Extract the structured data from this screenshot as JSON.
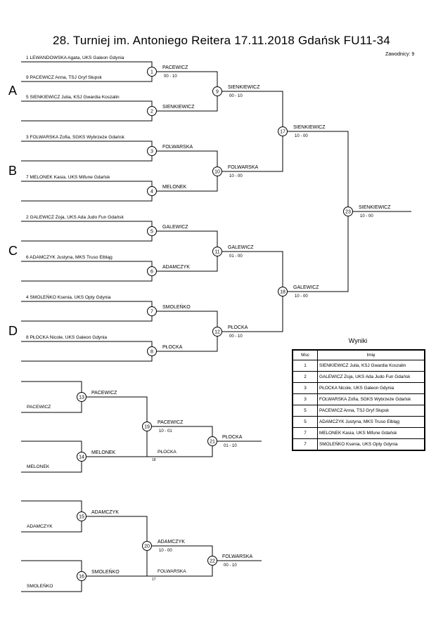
{
  "header": {
    "title": "28. Turniej im. Antoniego Reitera 17.11.2018 Gdańsk FU11-34",
    "count_label": "Zawodnicy: 9"
  },
  "pools": [
    "A",
    "B",
    "C",
    "D"
  ],
  "entries": [
    "1 LEWANDOWSKA Agata, UKS Galeon Gdynia",
    "9 PACEWICZ Anna, TSJ Gryf Słupsk",
    "5 SIENKIEWICZ Julia, KSJ Gwardia Koszalin",
    "3 FOLWARSKA Zofia, SGKS Wybrzeże Gdańsk",
    "7 MELONEK Kasia, UKS Mifune Gdańsk",
    "2 GALEWICZ Zoja, UKS Ada Judo Fun Gdańsk",
    "6 ADAMCZYK Justyna, MKS Truso Elbląg",
    "4 SMOLEŃKO Ksenia, UKS Opty Gdynia",
    "8 PŁOCKA Nicole, UKS Galeon Gdynia"
  ],
  "matches": [
    {
      "num": "1",
      "winner": "PACEWICZ",
      "score": "00 - 10"
    },
    {
      "num": "2",
      "winner": "SIENKIEWICZ",
      "score": ""
    },
    {
      "num": "3",
      "winner": "FOLWARSKA",
      "score": ""
    },
    {
      "num": "4",
      "winner": "MELONEK",
      "score": ""
    },
    {
      "num": "5",
      "winner": "GALEWICZ",
      "score": ""
    },
    {
      "num": "6",
      "winner": "ADAMCZYK",
      "score": ""
    },
    {
      "num": "7",
      "winner": "SMOLEŃKO",
      "score": ""
    },
    {
      "num": "8",
      "winner": "PŁOCKA",
      "score": ""
    },
    {
      "num": "9",
      "winner": "SIENKIEWICZ",
      "score": "00 - 10"
    },
    {
      "num": "10",
      "winner": "FOLWARSKA",
      "score": "10 - 00"
    },
    {
      "num": "11",
      "winner": "GALEWICZ",
      "score": "01 - 00"
    },
    {
      "num": "12",
      "winner": "PŁOCKA",
      "score": "00 - 10"
    },
    {
      "num": "17",
      "winner": "SIENKIEWICZ",
      "score": "10 - 00"
    },
    {
      "num": "18",
      "winner": "GALEWICZ",
      "score": "10 - 00"
    },
    {
      "num": "23",
      "winner": "SIENKIEWICZ",
      "score": "10 - 00"
    },
    {
      "num": "13",
      "winner": "PACEWICZ",
      "score": ""
    },
    {
      "num": "14",
      "winner": "MELONEK",
      "score": ""
    },
    {
      "num": "19",
      "winner": "PACEWICZ",
      "score": "10 - 01"
    },
    {
      "num": "21",
      "winner": "PŁOCKA",
      "score": "01 - 10"
    },
    {
      "num": "15",
      "winner": "ADAMCZYK",
      "score": ""
    },
    {
      "num": "16",
      "winner": "SMOLEŃKO",
      "score": ""
    },
    {
      "num": "20",
      "winner": "ADAMCZYK",
      "score": "10 - 00"
    },
    {
      "num": "22",
      "winner": "FOLWARSKA",
      "score": "00 - 10"
    }
  ],
  "repechage": {
    "left_labels": [
      "PACEWICZ",
      "MELONEK",
      "ADAMCZYK",
      "SMOLEŃKO"
    ],
    "incoming_winners": [
      "PŁOCKA",
      "FOLWARSKA"
    ],
    "source_refs": [
      "18",
      "17"
    ]
  },
  "results": {
    "title": "Wyniki",
    "col_place": "Msc",
    "col_name": "Imię",
    "rows": [
      {
        "place": "1",
        "name": "SIENKIEWICZ Julia, KSJ Gwardia Koszalin"
      },
      {
        "place": "2",
        "name": "GALEWICZ Zoja, UKS Ada Judo Fun Gdańsk"
      },
      {
        "place": "3",
        "name": "PŁOCKA Nicole, UKS Galeon Gdynia"
      },
      {
        "place": "3",
        "name": "FOLWARSKA Zofia, SGKS Wybrzeże Gdańsk"
      },
      {
        "place": "5",
        "name": "PACEWICZ Anna, TSJ Gryf Słupsk"
      },
      {
        "place": "5",
        "name": "ADAMCZYK Justyna, MKS Truso Elbląg"
      },
      {
        "place": "7",
        "name": "MELONEK Kasia, UKS Mifune Gdańsk"
      },
      {
        "place": "7",
        "name": "SMOLEŃKO Ksenia, UKS Opty Gdynia"
      }
    ]
  }
}
